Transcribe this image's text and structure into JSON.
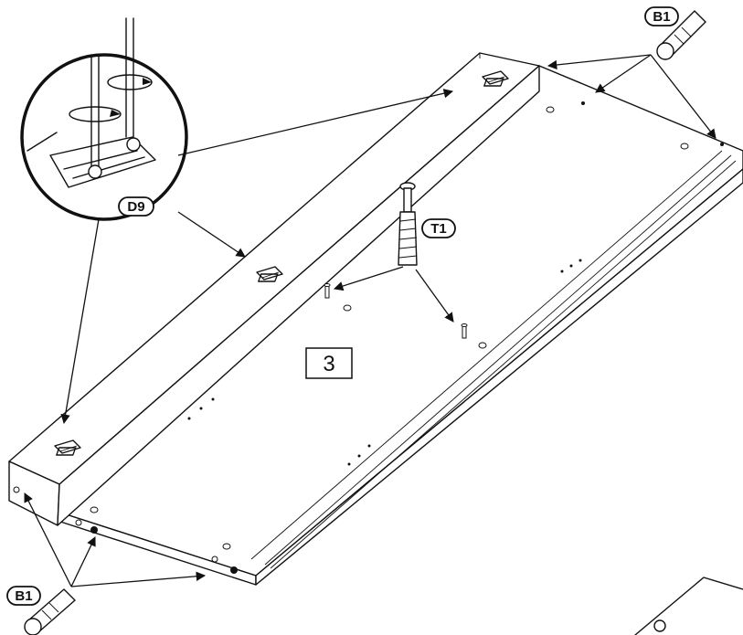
{
  "step_number": "3",
  "parts": {
    "dowel_label": "B1",
    "hinge_plate_label": "D9",
    "cam_bolt_label": "T1"
  }
}
